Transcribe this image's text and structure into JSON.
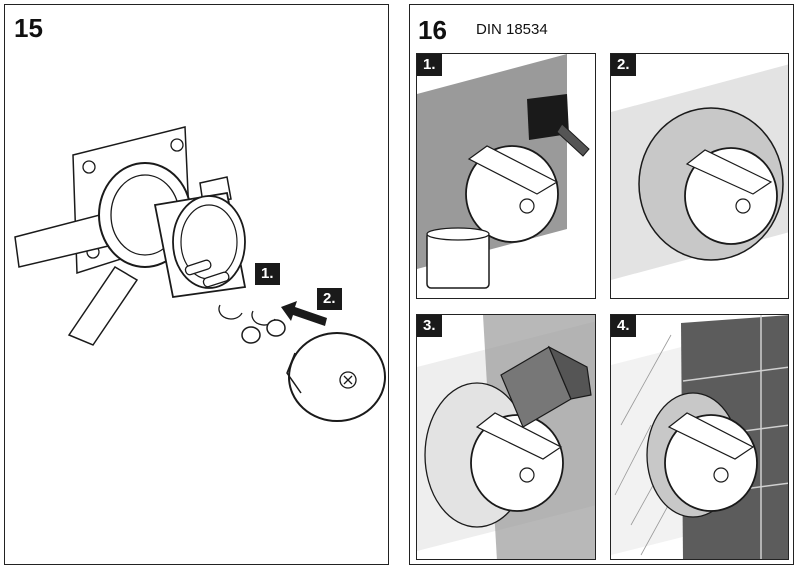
{
  "panel_left": {
    "step": "15",
    "callout_1": "1.",
    "callout_2": "2."
  },
  "panel_right": {
    "step": "16",
    "standard": "DIN 18534",
    "subpanels": [
      {
        "label": "1."
      },
      {
        "label": "2."
      },
      {
        "label": "3."
      },
      {
        "label": "4."
      }
    ]
  },
  "colors": {
    "line": "#1a1a1a",
    "wall_grey": "#9a9a9a",
    "light_grey": "#e3e3e3",
    "tile_grey": "#5c5c5c"
  }
}
